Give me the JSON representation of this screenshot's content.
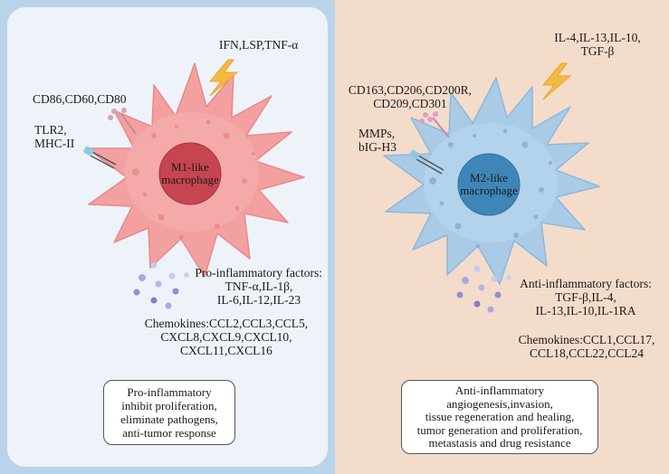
{
  "m1": {
    "stimulus": "IFN,LSP,TNF-α",
    "markers": "CD86,CD60,CD80",
    "receptors": [
      "TLR2,",
      "MHC-II"
    ],
    "cell_label": [
      "M1-like",
      "macrophage"
    ],
    "factors": [
      "Pro-inflammatory factors:",
      "TNF-α,IL-1β,",
      "IL-6,IL-12,IL-23"
    ],
    "chemokines": [
      "Chemokines:CCL2,CCL3,CCL5,",
      "CXCL8,CXCL9,CXCL10,",
      "CXCL11,CXCL16"
    ],
    "functions": [
      "Pro-inflammatory",
      "inhibit proliferation,",
      "eliminate pathogens,",
      "anti-tumor response"
    ],
    "colors": {
      "body": "#f3a0a0",
      "nucleus": "#c64550",
      "panel": "#b9d4ea"
    }
  },
  "m2": {
    "stimulus": [
      "IL-4,IL-13,IL-10,",
      "TGF-β"
    ],
    "markers": [
      "CD163,CD206,CD200R,",
      "CD209,CD301"
    ],
    "receptors": [
      "MMPs,",
      "bIG-H3"
    ],
    "cell_label": [
      "M2-like",
      "macrophage"
    ],
    "factors": [
      "Anti-inflammatory factors:",
      "TGF-β,IL-4,",
      "IL-13,IL-10,IL-1RA"
    ],
    "chemokines": [
      "Chemokines:CCL1,CCL17,",
      "CCL18,CCL22,CCL24"
    ],
    "functions": [
      "Anti-inflammatory",
      "angiogenesis,invasion,",
      "tissue regeneration and healing,",
      "tumor generation and proliferation,",
      "metastasis and drug resistance"
    ],
    "colors": {
      "body": "#a9cbe6",
      "nucleus": "#3f86b8",
      "panel": "#f4dccb"
    }
  },
  "icons": {
    "stimulus": "lightning-bolt-icon",
    "secretion": "vesicle-dots-icon"
  }
}
